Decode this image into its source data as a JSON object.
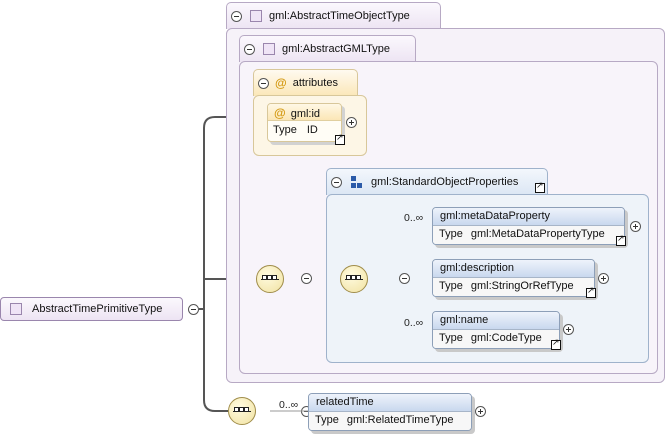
{
  "root": {
    "name": "AbstractTimePrimitiveType"
  },
  "time_object": {
    "name": "gml:AbstractTimeObjectType"
  },
  "gml_type": {
    "name": "gml:AbstractGMLType"
  },
  "attributes": {
    "label": "attributes",
    "id_attr": {
      "name": "gml:id",
      "type_key": "Type",
      "type_value": "ID"
    }
  },
  "std_props": {
    "name": "gml:StandardObjectProperties",
    "items": [
      {
        "name": "gml:metaDataProperty",
        "type_key": "Type",
        "type_value": "gml:MetaDataPropertyType",
        "occurrence": "0..∞"
      },
      {
        "name": "gml:description",
        "type_key": "Type",
        "type_value": "gml:StringOrRefType",
        "occurrence": ""
      },
      {
        "name": "gml:name",
        "type_key": "Type",
        "type_value": "gml:CodeType",
        "occurrence": "0..∞"
      }
    ]
  },
  "related_time": {
    "name": "relatedTime",
    "type_key": "Type",
    "type_value": "gml:RelatedTimeType",
    "occurrence": "0..∞"
  },
  "colors": {
    "element_header": "#c9d8ee",
    "attribute_header": "#fbe6b6",
    "complex_type_bg": "#f6f2f9",
    "compositor": "#f1e2a2"
  }
}
